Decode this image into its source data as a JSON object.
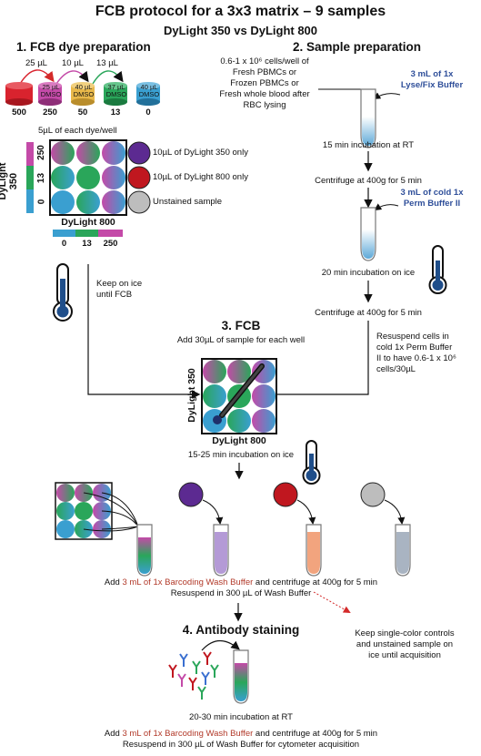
{
  "title": "FCB protocol for a 3x3 matrix – 9 samples",
  "subtitle": "DyLight 350 vs DyLight 800",
  "section1": {
    "heading": "1. FCB dye preparation",
    "dilution_steps": [
      "25 µL",
      "10 µL",
      "13 µL"
    ],
    "vials": [
      {
        "label": "",
        "value": "500",
        "color": "#d9232e"
      },
      {
        "label": "25 µL DMSO",
        "value": "250",
        "color": "#c44aa8"
      },
      {
        "label": "40 µL DMSO",
        "value": "50",
        "color": "#e8b84a"
      },
      {
        "label": "37 µL DMSO",
        "value": "13",
        "color": "#2aa65a"
      },
      {
        "label": "40 µL DMSO",
        "value": "0",
        "color": "#3a9fd0"
      }
    ],
    "per_well": "5µL of each dye/well",
    "y_axis_label": "DyLight 350",
    "y_ticks": [
      "250",
      "13",
      "0"
    ],
    "x_axis_label": "DyLight 800",
    "x_ticks": [
      "0",
      "13",
      "250"
    ],
    "controls": [
      {
        "label": "10µL of DyLight 350 only",
        "color": "#5c2a91"
      },
      {
        "label": "10µL of DyLight 800 only",
        "color": "#c0171f"
      },
      {
        "label": "Unstained sample",
        "color": "#bdbdbd"
      }
    ],
    "keep_ice": "Keep on ice until FCB"
  },
  "section2": {
    "heading": "2. Sample preparation",
    "cells_text": [
      "0.6-1 x 10⁶ cells/well of",
      "Fresh PBMCs or",
      "Frozen PBMCs or",
      "Fresh whole blood after",
      "RBC lysing"
    ],
    "buffer1": [
      "3 mL of 1x",
      "Lyse/Fix Buffer"
    ],
    "step1": "15 min incubation at RT",
    "step2": "Centrifuge at 400g for 5 min",
    "buffer2": [
      "3 mL of cold 1x",
      "Perm Buffer II"
    ],
    "step3": "20 min incubation on ice",
    "step4": "Centrifuge at 400g for 5 min",
    "resuspend": [
      "Resuspend cells in",
      "cold 1x Perm Buffer",
      "II to have 0.6-1 x 10⁶",
      "cells/30µL"
    ]
  },
  "section3": {
    "heading": "3. FCB",
    "add_text": "Add 30µL of sample for each well",
    "y_axis_label": "DyLight 350",
    "x_axis_label": "DyLight 800",
    "incubation": "15-25 min incubation on ice"
  },
  "wash1": {
    "line1_pre": "Add ",
    "line1_red": "3 mL of 1x Barcoding Wash Buffer",
    "line1_post": " and centrifuge at 400g for 5 min",
    "line2": "Resuspend in 300 µL of Wash Buffer"
  },
  "keep_controls": [
    "Keep single-color controls",
    "and unstained sample on",
    "ice until acquisition"
  ],
  "section4": {
    "heading": "4. Antibody staining",
    "incubation": "20-30 min incubation at RT"
  },
  "wash2": {
    "line1_pre": "Add ",
    "line1_red": "3 mL of 1x Barcoding Wash Buffer",
    "line1_post": " and centrifuge at 400g for 5 min",
    "line2": "Resuspend in 300 µL of Wash Buffer for cytometer acquisition"
  },
  "colors": {
    "purple": "#5c2a91",
    "red": "#c0171f",
    "grey": "#bdbdbd",
    "magenta": "#c44aa8",
    "green": "#2aa65a",
    "blue": "#3a9fd0",
    "text_blue": "#2f4f9a",
    "text_red": "#b23a2a"
  },
  "icons": [
    "thermometer-icon",
    "tube-icon",
    "antibody-icon",
    "arrow-icon"
  ]
}
